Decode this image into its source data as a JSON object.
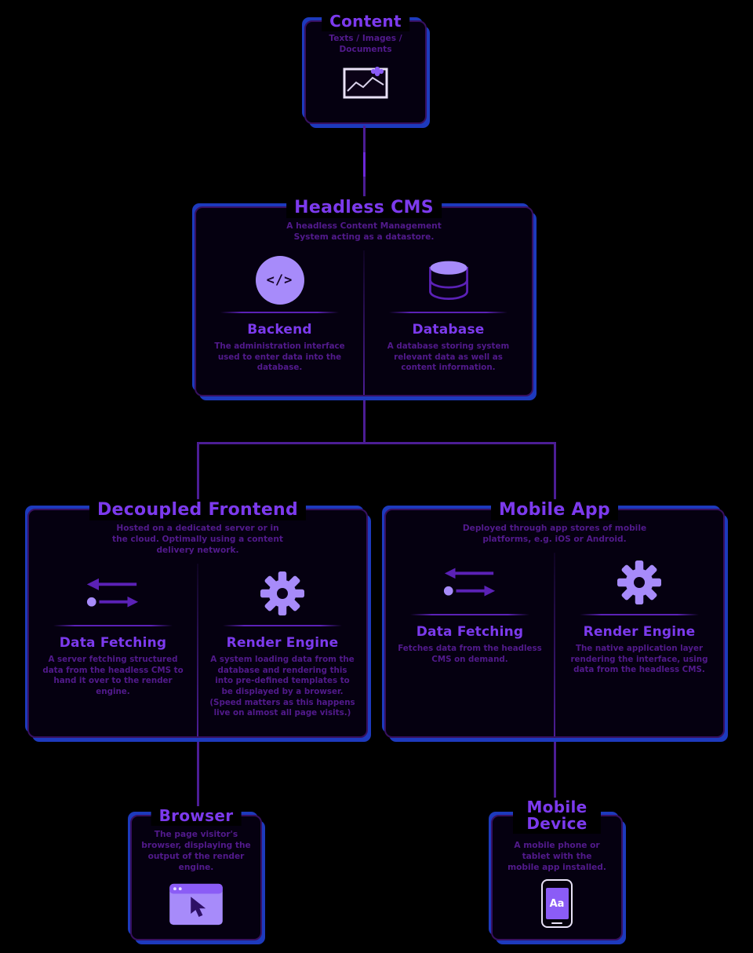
{
  "colors": {
    "background": "#000000",
    "box_background": "#050010",
    "title": "#7c3aed",
    "body": "#521a8c",
    "border": "#371060",
    "shadow": "#1d3abd",
    "line": "#4c1d95",
    "icon_light": "#a78bfa",
    "icon_mid": "#8b5cf6",
    "icon_dark": "#5b21b6",
    "frame_light": "#e9e2f7",
    "screen_text": "#ffffff"
  },
  "diagram": {
    "content": {
      "title": "Content",
      "description": "Texts / Images / Documents",
      "icon": "image-icon"
    },
    "cms": {
      "title": "Headless CMS",
      "description": "A headless Content Management System acting as a datastore.",
      "children": [
        {
          "title": "Backend",
          "icon": "code-icon",
          "glyph": "</>",
          "description": "The administration interface used to enter data into the database."
        },
        {
          "title": "Database",
          "icon": "database-icon",
          "description": "A database storing system relevant data as well as content information."
        }
      ]
    },
    "frontend": {
      "title": "Decoupled Frontend",
      "description": "Hosted on a dedicated server or in the cloud. Optimally using a content delivery network.",
      "children": [
        {
          "title": "Data Fetching",
          "icon": "data-transfer-arrows-icon",
          "description": "A server fetching structured data from the headless CMS to hand it over to the render engine."
        },
        {
          "title": "Render Engine",
          "icon": "gear-icon",
          "description": "A system loading data from the database and rendering this into pre-defined templates to be displayed by a browser. (Speed matters as this happens live on almost all page visits.)"
        }
      ]
    },
    "mobile_app": {
      "title": "Mobile App",
      "description": "Deployed through app stores of mobile platforms, e.g. iOS or Android.",
      "children": [
        {
          "title": "Data Fetching",
          "icon": "data-transfer-arrows-icon",
          "description": "Fetches data from the headless CMS on demand."
        },
        {
          "title": "Render Engine",
          "icon": "gear-icon",
          "description": "The native application layer rendering the interface, using data from the headless CMS."
        }
      ]
    },
    "browser": {
      "title": "Browser",
      "description": "The page visitor's browser, displaying the output of the render engine.",
      "icon": "browser-window-icon"
    },
    "mobile_device": {
      "title": "Mobile Device",
      "description": "A mobile phone or tablet with the mobile app installed.",
      "icon": "smartphone-icon",
      "screen_label": "Aa"
    }
  }
}
